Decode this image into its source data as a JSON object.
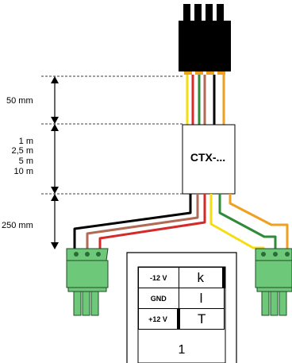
{
  "dimensions": {
    "top_length": "50 mm",
    "cable_lengths": [
      "1 m",
      "2,5 m",
      "5 m",
      "10 m"
    ],
    "branch_length": "250 mm"
  },
  "module": {
    "label": "CTX-..."
  },
  "pinout": {
    "rows": [
      {
        "label": "-12 V",
        "letter": "k"
      },
      {
        "label": "GND",
        "letter": "l"
      },
      {
        "label": "+12 V",
        "letter": "T"
      }
    ],
    "unit_number": "1"
  },
  "colors": {
    "black": "#000000",
    "brown": "#b06a56",
    "red": "#d42a2a",
    "yellow": "#f5dd12",
    "green": "#2e8b3a",
    "orange": "#f0a020",
    "connector_green": "#6ec87a",
    "connector_outline": "#1f4d27"
  }
}
